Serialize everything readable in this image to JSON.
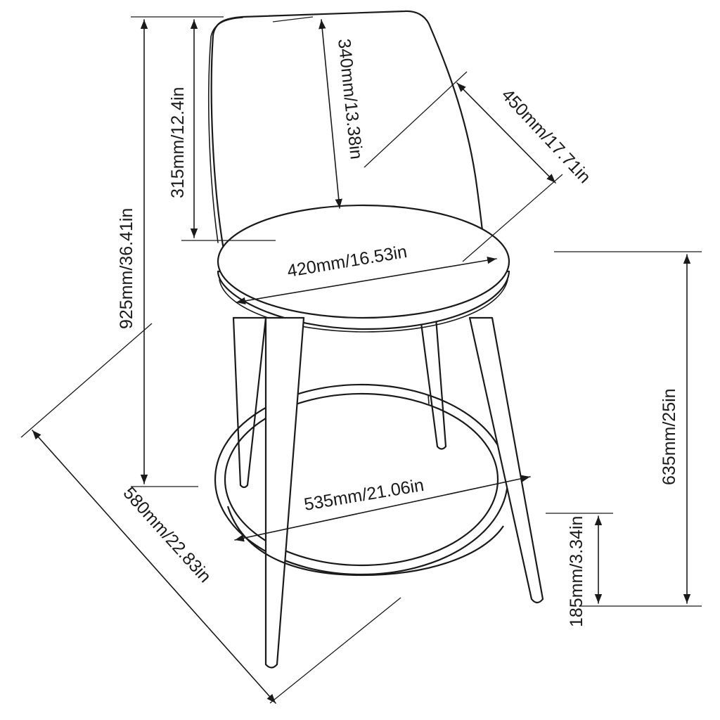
{
  "dimensions": {
    "overall_height": "925mm/36.41in",
    "back_height": "315mm/12.4in",
    "backrest_height": "340mm/13.38in",
    "backrest_diagonal": "450mm/17.71in",
    "seat_diameter": "420mm/16.53in",
    "seat_height": "635mm/25in",
    "footrest_diameter": "535mm/21.06in",
    "footrest_height": "185mm/3.34in",
    "base_depth": "580mm/22.83in"
  }
}
